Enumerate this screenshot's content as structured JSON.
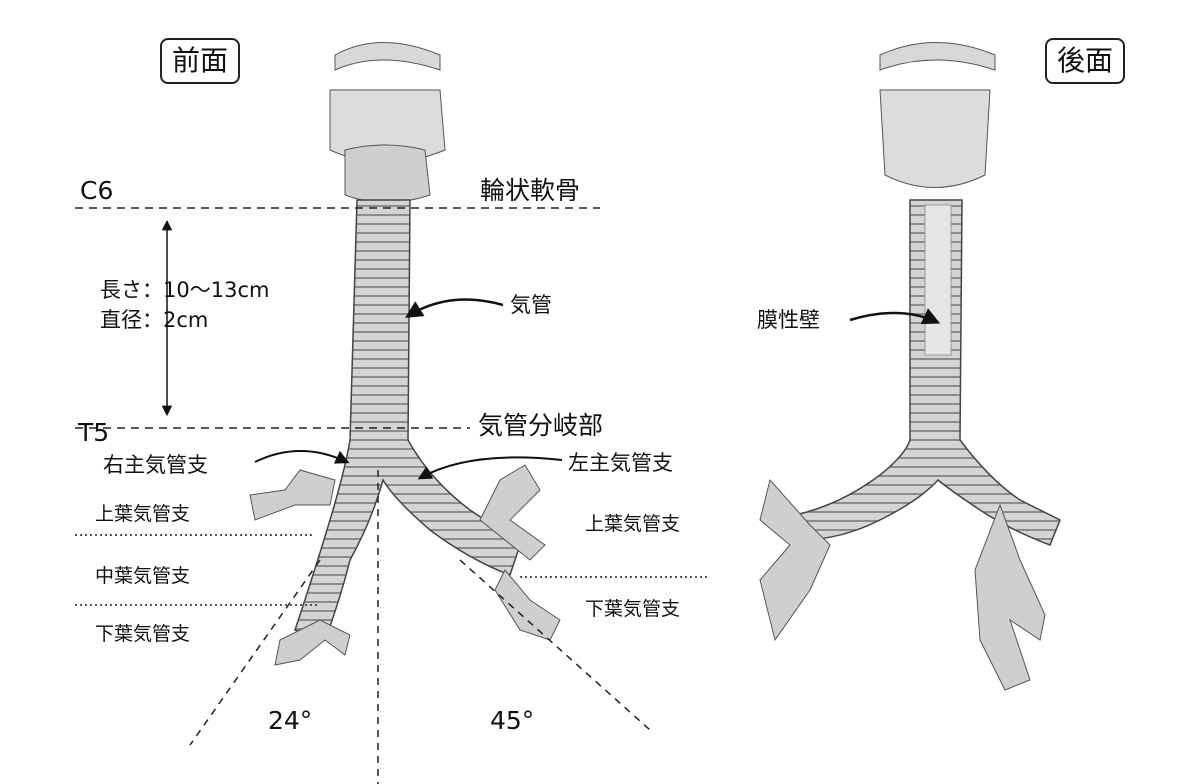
{
  "views": {
    "front": "前面",
    "back": "後面"
  },
  "levels": {
    "top": "C6",
    "bottom": "T5"
  },
  "measurements": {
    "length": "長さ：10〜13cm",
    "diameter": "直径：2cm"
  },
  "labels": {
    "cricoid": "輪状軟骨",
    "trachea": "気管",
    "membranous_wall": "膜性壁",
    "carina": "気管分岐部",
    "right_main_bronchus": "右主気管支",
    "left_main_bronchus": "左主気管支",
    "right_upper_lobe": "上葉気管支",
    "right_middle_lobe": "中葉気管支",
    "right_lower_lobe": "下葉気管支",
    "left_upper_lobe": "上葉気管支",
    "left_lower_lobe": "下葉気管支"
  },
  "angles": {
    "right": "24°",
    "left": "45°"
  },
  "colors": {
    "tissue": "#c9c9c9",
    "outline": "#444444",
    "line": "#222222"
  }
}
